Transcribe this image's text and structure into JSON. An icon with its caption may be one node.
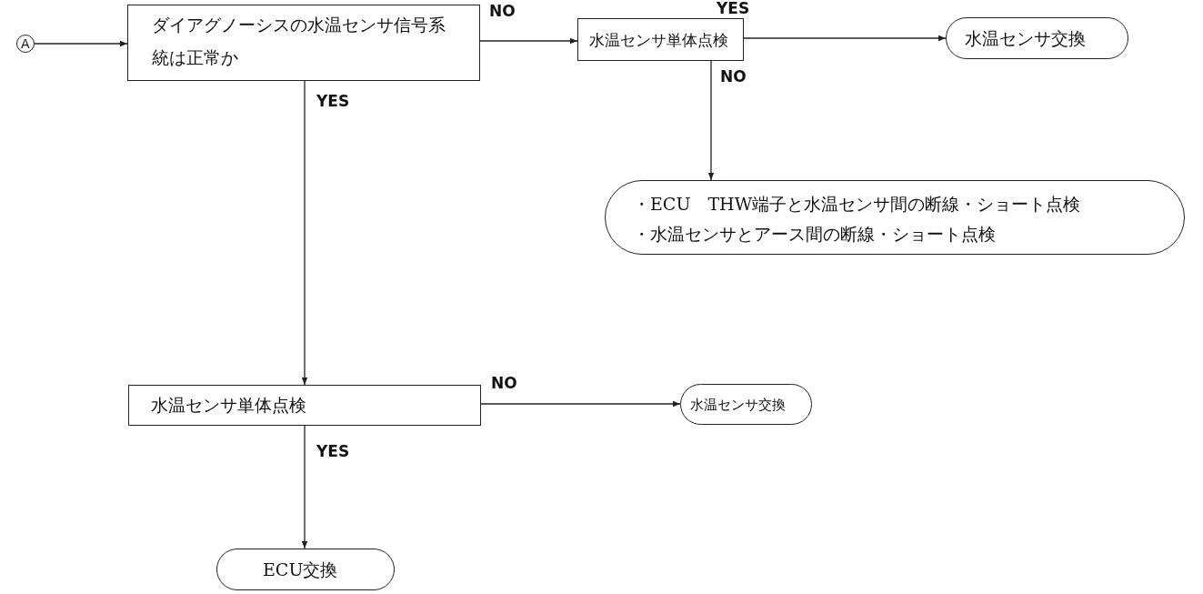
{
  "diagram": {
    "nodes": [
      {
        "text": [
          "A"
        ]
      },
      {
        "text": [
          "ダイアグノーシスの水温センサ信号系統は正常か"
        ]
      },
      {
        "text": [
          "水温センサ単体点検"
        ]
      },
      {
        "text": [
          "水温センサ交換"
        ]
      },
      {
        "text": [
          "・ECU　THW端子と水温センサ間の断線・ショート点検",
          "・水温センサとアース間の断線・ショート点検"
        ]
      },
      {
        "text": [
          "水温センサ単体点検"
        ]
      },
      {
        "text": [
          "水温センサ交換"
        ]
      },
      {
        "text": [
          "ECU交換"
        ]
      }
    ],
    "edges": [
      {
        "from": 0,
        "to": 1,
        "arrow": "to"
      },
      {
        "from": 1,
        "to": 2,
        "arrow": "to",
        "label": "NO"
      },
      {
        "from": 2,
        "to": 3,
        "arrow": "to",
        "label": "YES"
      },
      {
        "from": 2,
        "to": 4,
        "arrow": "to",
        "label": "NO"
      },
      {
        "from": 1,
        "to": 5,
        "arrow": "to",
        "label": "YES"
      },
      {
        "from": 5,
        "to": 6,
        "arrow": "to",
        "label": "NO"
      },
      {
        "from": 5,
        "to": 7,
        "arrow": "to",
        "label": "YES"
      }
    ]
  }
}
